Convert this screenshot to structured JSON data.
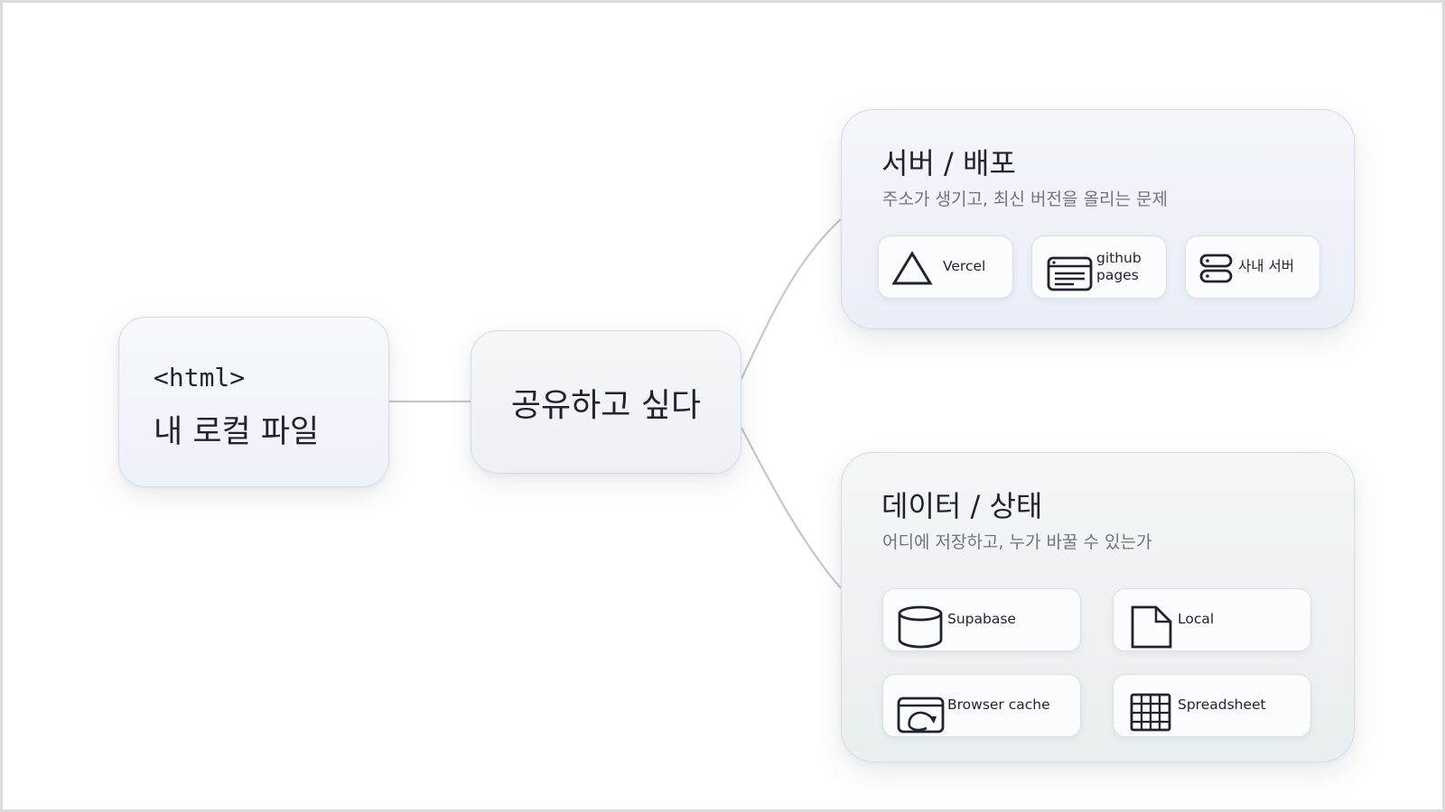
{
  "diagram": {
    "source_node": {
      "code": "<html>",
      "label": "내 로컬 파일"
    },
    "middle_node": {
      "label": "공유하고 싶다"
    },
    "groups": {
      "server": {
        "title": "서버 / 배포",
        "subtitle": "주소가 생기고, 최신 버전을 올리는 문제",
        "items": [
          {
            "label": "Vercel",
            "icon": "triangle-icon"
          },
          {
            "label": "github\npages",
            "icon": "browser-window-icon"
          },
          {
            "label": "사내 서버",
            "icon": "server-icon"
          }
        ]
      },
      "data": {
        "title": "데이터 / 상태",
        "subtitle": "어디에 저장하고, 누가 바꿀 수 있는가",
        "items": [
          {
            "label": "Supabase",
            "icon": "database-icon"
          },
          {
            "label": "Local",
            "icon": "document-icon"
          },
          {
            "label": "Browser cache",
            "icon": "browser-refresh-icon"
          },
          {
            "label": "Spreadsheet",
            "icon": "grid-table-icon"
          }
        ]
      }
    },
    "colors": {
      "connector": "#c3c7ce",
      "icon_stroke": "#1f2330",
      "text_primary": "#1f2330",
      "text_secondary": "#6f7480",
      "border": "#d6dbe6"
    }
  }
}
